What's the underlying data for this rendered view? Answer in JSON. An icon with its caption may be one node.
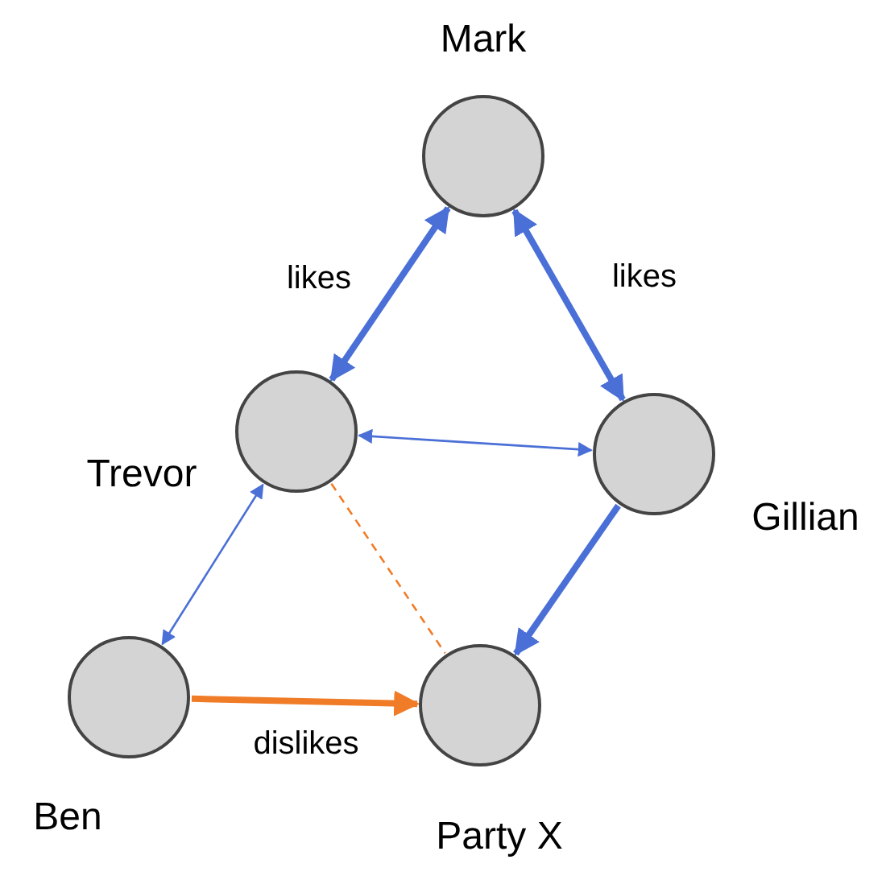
{
  "diagram": {
    "nodes": [
      {
        "text": [
          "Mark"
        ]
      },
      {
        "text": [
          "Trevor"
        ]
      },
      {
        "text": [
          "Gillian"
        ]
      },
      {
        "text": [
          "Ben"
        ]
      },
      {
        "text": [
          "Party X"
        ]
      }
    ],
    "edges": [
      {
        "from": 1,
        "to": 0,
        "arrow": "both",
        "label": "likes"
      },
      {
        "from": 0,
        "to": 2,
        "arrow": "both",
        "label": "likes"
      },
      {
        "from": 1,
        "to": 2,
        "arrow": "both"
      },
      {
        "from": 3,
        "to": 1,
        "arrow": "both"
      },
      {
        "from": 2,
        "to": 4,
        "arrow": "to"
      },
      {
        "from": 1,
        "to": 4,
        "arrow": "none",
        "style": "dashed",
        "color": "#f07c28"
      },
      {
        "from": 3,
        "to": 4,
        "arrow": "to",
        "label": "dislikes",
        "color": "#f07c28"
      }
    ]
  }
}
